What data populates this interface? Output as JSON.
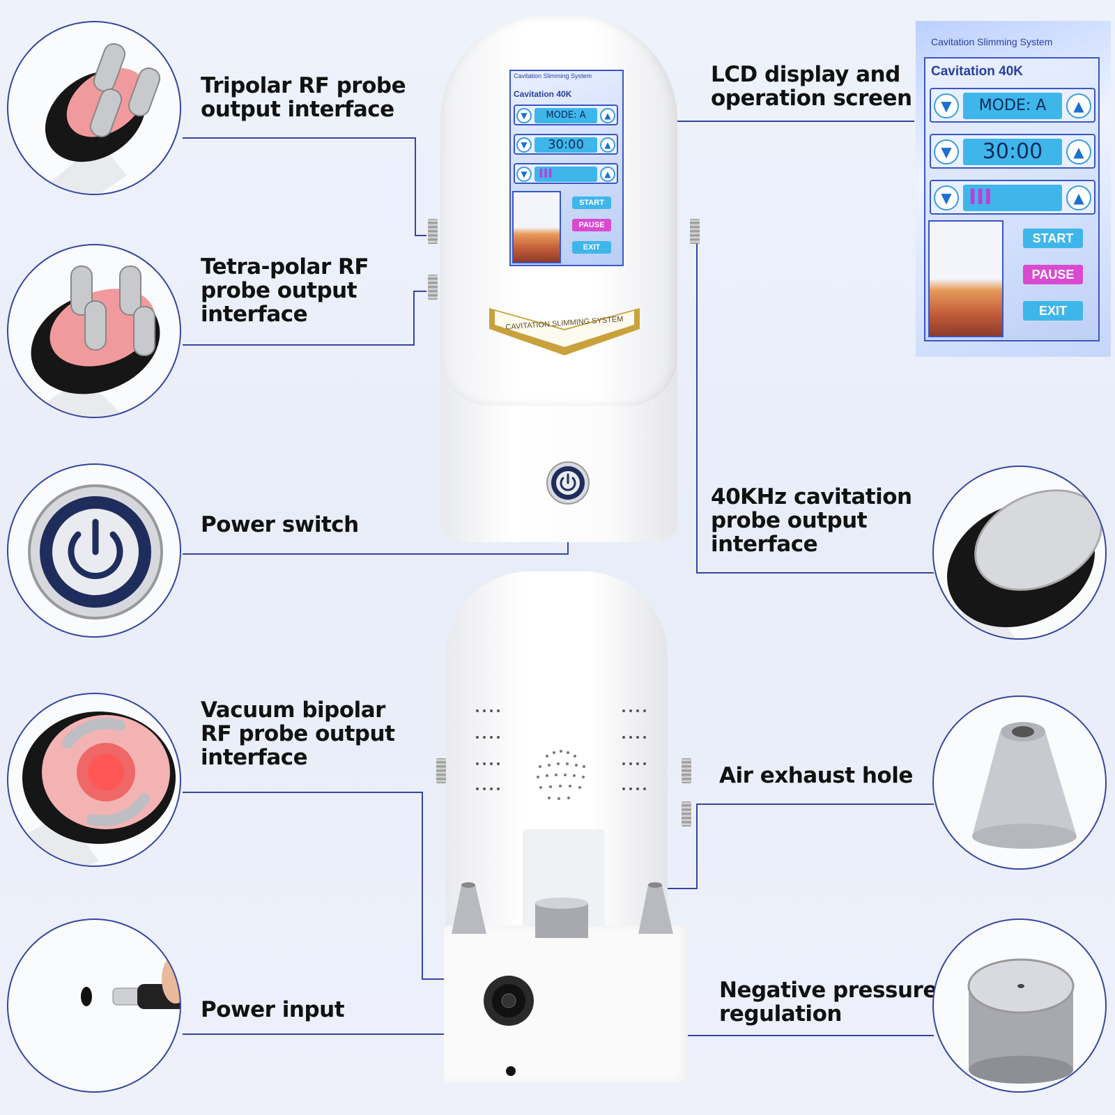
{
  "labels": {
    "tripolar": [
      "Tripolar RF probe",
      "output interface"
    ],
    "tetrapolar": [
      "Tetra-polar RF",
      "probe output",
      "interface"
    ],
    "power_switch": [
      "Power switch"
    ],
    "vacuum_bipolar": [
      "Vacuum bipolar",
      "RF probe output",
      "interface"
    ],
    "power_input": [
      "Power input"
    ],
    "lcd": [
      "LCD display and",
      "operation screen"
    ],
    "cavitation_40k": [
      "40KHz cavitation",
      "probe output",
      "interface"
    ],
    "air_exhaust": [
      "Air exhaust hole"
    ],
    "negative_pressure": [
      "Negative pressure",
      "regulation"
    ]
  },
  "screen": {
    "system_title": "Cavitation Slimming System",
    "mode_title": "Cavitation 40K",
    "mode_value": "MODE: A",
    "time_value": "30:00",
    "level_value": "III",
    "start": "START",
    "pause": "PAUSE",
    "exit": "EXIT"
  },
  "device": {
    "badge": "CAVITATION SLIMMING SYSTEM"
  },
  "colors": {
    "line": "#3545a0",
    "badge_gold": "#c9a13c",
    "start_btn": "#3fb6ea",
    "pause_btn": "#d94ad0",
    "exit_btn": "#3fb6ea",
    "level_bars": "#c43bd8"
  }
}
